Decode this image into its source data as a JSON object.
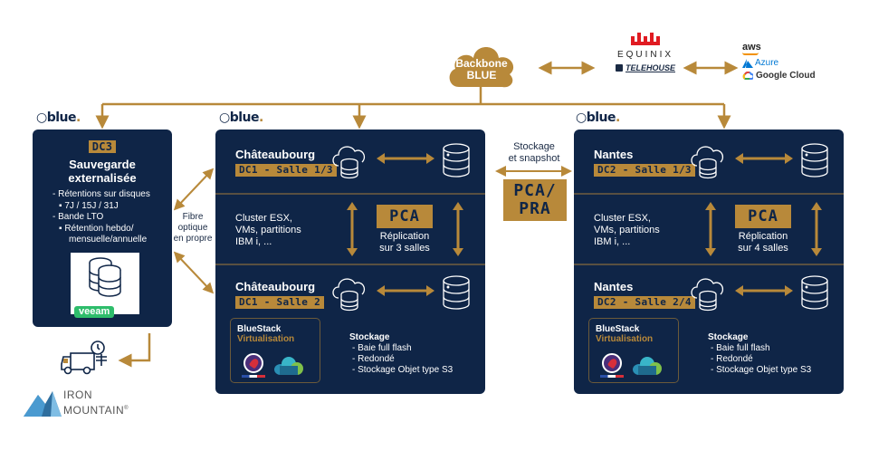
{
  "top": {
    "backbone": {
      "line1": "Backbone",
      "line2": "BLUE"
    },
    "equinix": "EQUINIX",
    "telehouse": "TELEHOUSE",
    "clouds": [
      "aws",
      "Azure",
      "Google Cloud"
    ]
  },
  "brand_logo": {
    "text": "blue",
    "dot": "."
  },
  "dc3": {
    "tag": "DC3",
    "title_line1": "Sauvegarde",
    "title_line2": "externalisée",
    "items": [
      {
        "level": 1,
        "text": "- Rétentions sur disques"
      },
      {
        "level": 2,
        "text": "▪ 7J / 15J / 31J"
      },
      {
        "level": 1,
        "text": "- Bande LTO"
      },
      {
        "level": 2,
        "text": "▪ Rétention hebdo/"
      },
      {
        "level": 3,
        "text": "mensuelle/annuelle"
      }
    ],
    "backup_brand": "veeam"
  },
  "fibre": {
    "line1": "Fibre",
    "line2": "optique",
    "line3": "en propre"
  },
  "offsite": {
    "line1": "IRON",
    "line2": "MOUNTAIN",
    "mark": "®"
  },
  "middle": {
    "storage_line1": "Stockage",
    "storage_line2": "et snapshot",
    "pca_pra_line1": "PCA/",
    "pra_line2": "PRA"
  },
  "sites": [
    {
      "id": "chateaubourg",
      "room1": {
        "name": "Châteaubourg",
        "tag": "DC1 - Salle 1/3"
      },
      "cluster": [
        "Cluster ESX,",
        "VMs, partitions",
        "IBM i, ..."
      ],
      "pca": "PCA",
      "replication": [
        "Réplication",
        "sur 3 salles"
      ],
      "room2": {
        "name": "Châteaubourg",
        "tag": "DC1 - Salle 2"
      },
      "bluestack": {
        "title": "BlueStack",
        "subtitle": "Virtualisation"
      },
      "storage": {
        "title": "Stockage",
        "items": [
          "- Baie full flash",
          "- Redondé",
          "- Stockage Objet type S3"
        ]
      }
    },
    {
      "id": "nantes",
      "room1": {
        "name": "Nantes",
        "tag": "DC2 - Salle 1/3"
      },
      "cluster": [
        "Cluster ESX,",
        "VMs, partitions",
        "IBM i, ..."
      ],
      "pca": "PCA",
      "replication": [
        "Réplication",
        "sur 4 salles"
      ],
      "room2": {
        "name": "Nantes",
        "tag": "DC2 - Salle 2/4"
      },
      "bluestack": {
        "title": "BlueStack",
        "subtitle": "Virtualisation"
      },
      "storage": {
        "title": "Stockage",
        "items": [
          "- Baie full flash",
          "- Redondé",
          "- Stockage Objet type S3"
        ]
      }
    }
  ],
  "colors": {
    "navy": "#0f2547",
    "gold": "#b8893a",
    "veeam_green": "#2ebd6b",
    "equinix_red": "#e01b22",
    "azure_blue": "#0078d4"
  }
}
